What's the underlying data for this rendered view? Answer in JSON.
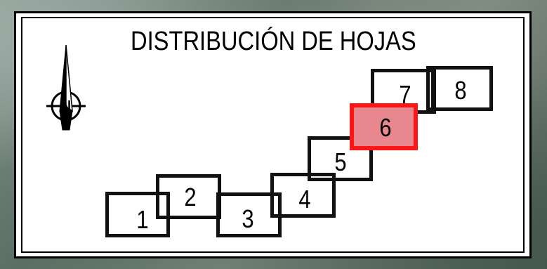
{
  "map": {
    "title": "DISTRIBUCIÓN DE HOJAS",
    "north_label": "N",
    "highlight_color": "#e8888e",
    "highlight_border": "#ff1515",
    "sheets": [
      {
        "number": "1",
        "selected": false
      },
      {
        "number": "2",
        "selected": false
      },
      {
        "number": "3",
        "selected": false
      },
      {
        "number": "4",
        "selected": false
      },
      {
        "number": "5",
        "selected": false
      },
      {
        "number": "6",
        "selected": true
      },
      {
        "number": "7",
        "selected": false
      },
      {
        "number": "8",
        "selected": false
      }
    ]
  }
}
